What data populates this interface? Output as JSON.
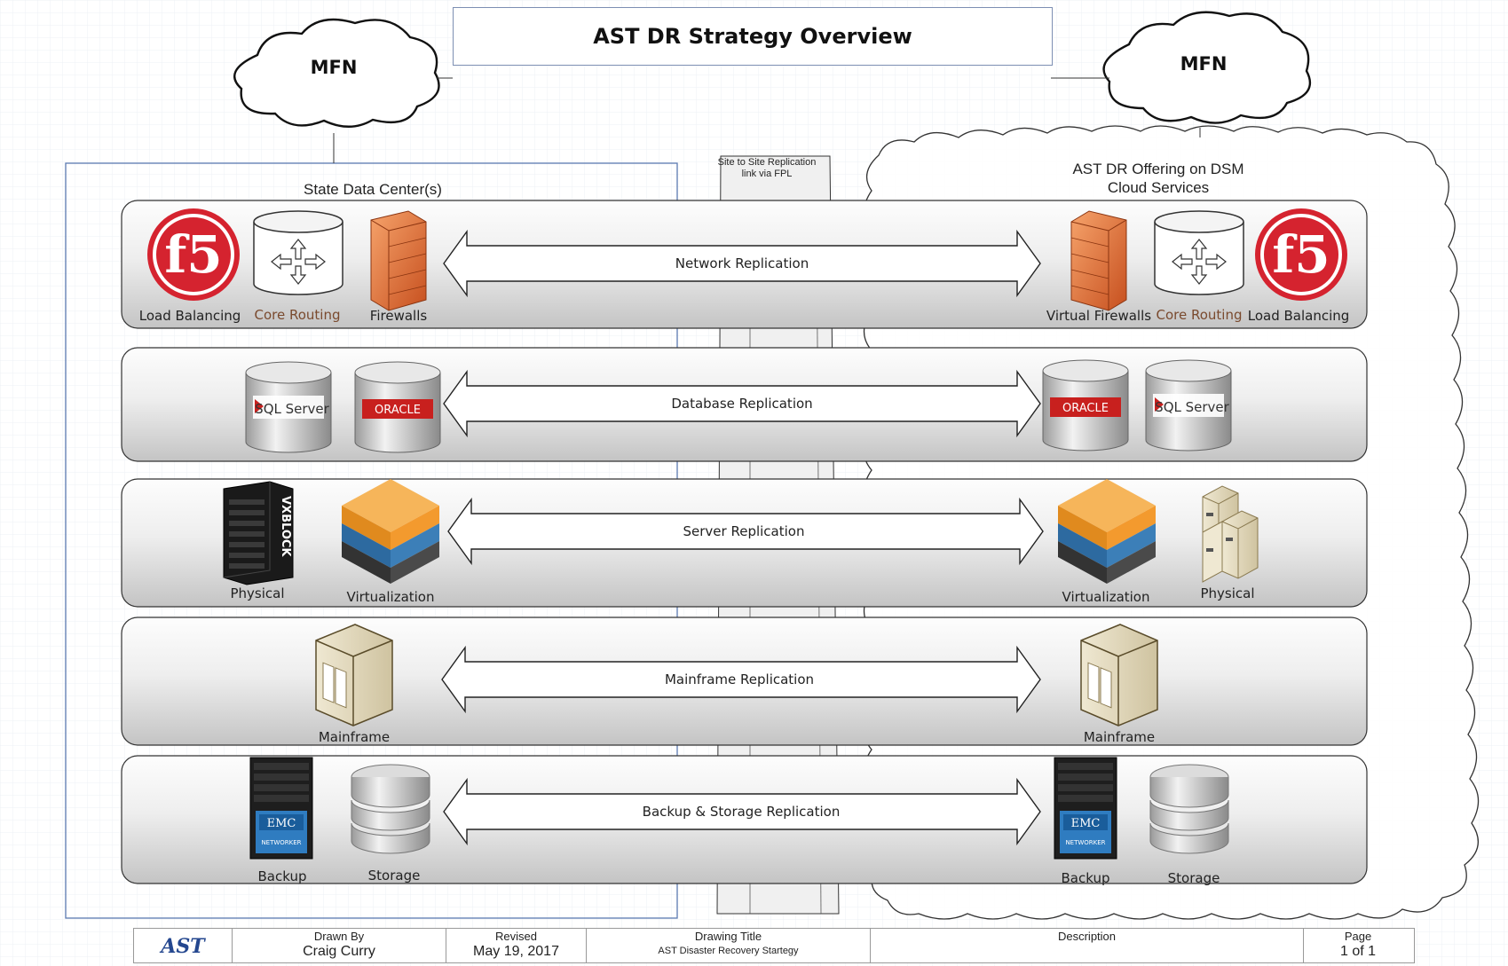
{
  "title": "AST DR Strategy Overview",
  "clouds": {
    "left_label": "MFN",
    "right_label": "MFN"
  },
  "left_region_label": "State Data Center(s)",
  "right_region_label": "AST DR Offering on DSM Cloud Services",
  "site_link_label": "Site to Site Replication link via FPL",
  "lanes": [
    {
      "label": "Network Replication",
      "left": [
        "Load Balancing",
        "Core Routing",
        "Firewalls"
      ],
      "right": [
        "Virtual Firewalls",
        "Core Routing",
        "Load Balancing"
      ]
    },
    {
      "label": "Database Replication",
      "left_icons": [
        "SQL Server",
        "ORACLE"
      ],
      "right_icons": [
        "ORACLE",
        "SQL Server"
      ]
    },
    {
      "label": "Server Replication",
      "left": [
        "Physical",
        "Virtualization"
      ],
      "right": [
        "Virtualization",
        "Physical"
      ],
      "vxblock_text": "VXBLOCK"
    },
    {
      "label": "Mainframe Replication",
      "left": [
        "Mainframe"
      ],
      "right": [
        "Mainframe"
      ]
    },
    {
      "label": "Backup & Storage Replication",
      "left": [
        "Backup",
        "Storage"
      ],
      "right": [
        "Backup",
        "Storage"
      ],
      "emc_text": "EMC",
      "networker_text": "NETWORKER"
    }
  ],
  "footer": {
    "logo_text": "AST",
    "drawn_by_label": "Drawn By",
    "drawn_by_value": "Craig Curry",
    "revised_label": "Revised",
    "revised_value": "May 19, 2017",
    "drawing_title_label": "Drawing Title",
    "drawing_title_value": "AST Disaster Recovery Startegy",
    "description_label": "Description",
    "description_value": "",
    "page_label": "Page",
    "page_value": "1 of 1"
  },
  "colors": {
    "lane_fill_light": "#fdfdfd",
    "lane_fill_dark": "#c4c4c4",
    "firewall": "#e8743b",
    "f5_red": "#d5232f",
    "oracle_red": "#c8201e",
    "virt_orange": "#f39a2e",
    "virt_blue": "#3c7fb8",
    "frame_blue": "#5b79b0"
  },
  "icons": [
    "f5-logo-icon",
    "router-cylinder-icon",
    "firewall-icon",
    "sql-server-icon",
    "oracle-db-icon",
    "vxblock-rack-icon",
    "virtualization-stack-icon",
    "server-tower-icon",
    "mainframe-icon",
    "emc-networker-icon",
    "storage-cylinder-icon",
    "cloud-icon"
  ]
}
